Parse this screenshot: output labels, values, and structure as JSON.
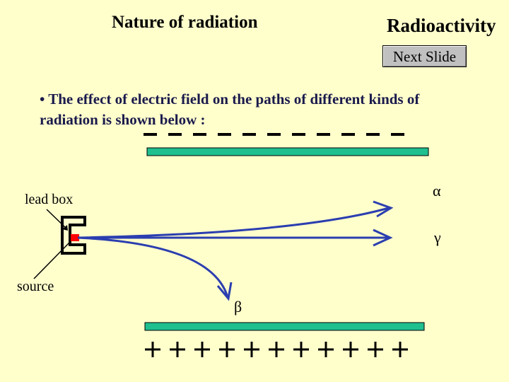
{
  "header": {
    "nature_label": "Nature of radiation",
    "radioactivity_label": "Radioactivity",
    "next_button": "Next Slide"
  },
  "statement": {
    "bullet": "•",
    "line1": "The effect of electric field on the paths of different kinds of",
    "line2": "radiation is shown below :"
  },
  "diagram": {
    "top_plate_charge": "– – – – – – – – – – –",
    "bottom_plate_charge": "+ + + + + + + + + + +",
    "lead_box_label": "lead box",
    "source_label": "source",
    "alpha_symbol": "α",
    "gamma_symbol": "γ",
    "beta_symbol": "β",
    "plate_color": "#1fbf8f",
    "path_color": "#2b3eb0",
    "source_color": "#ff0000"
  }
}
